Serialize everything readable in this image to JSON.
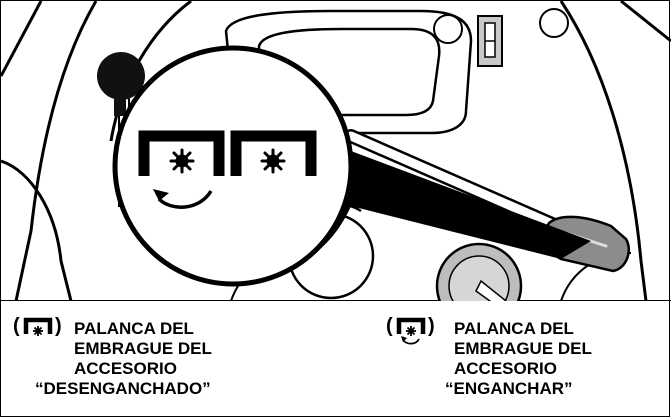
{
  "captions": {
    "disengaged": {
      "lines": [
        "PALANCA DEL",
        "EMBRAGUE DEL",
        "ACCESORIO",
        "“DESENGANCHADO”"
      ],
      "icon": "pto-disengaged-icon"
    },
    "engaged": {
      "lines": [
        "PALANCA DEL",
        "EMBRAGUE DEL",
        "ACCESORIO",
        "“ENGANCHAR”"
      ],
      "icon": "pto-engaged-icon"
    }
  },
  "colors": {
    "ink": "#000000",
    "panel": "#ffffff",
    "shade": "#bdbdbd",
    "lever": "#8c8c8c"
  }
}
